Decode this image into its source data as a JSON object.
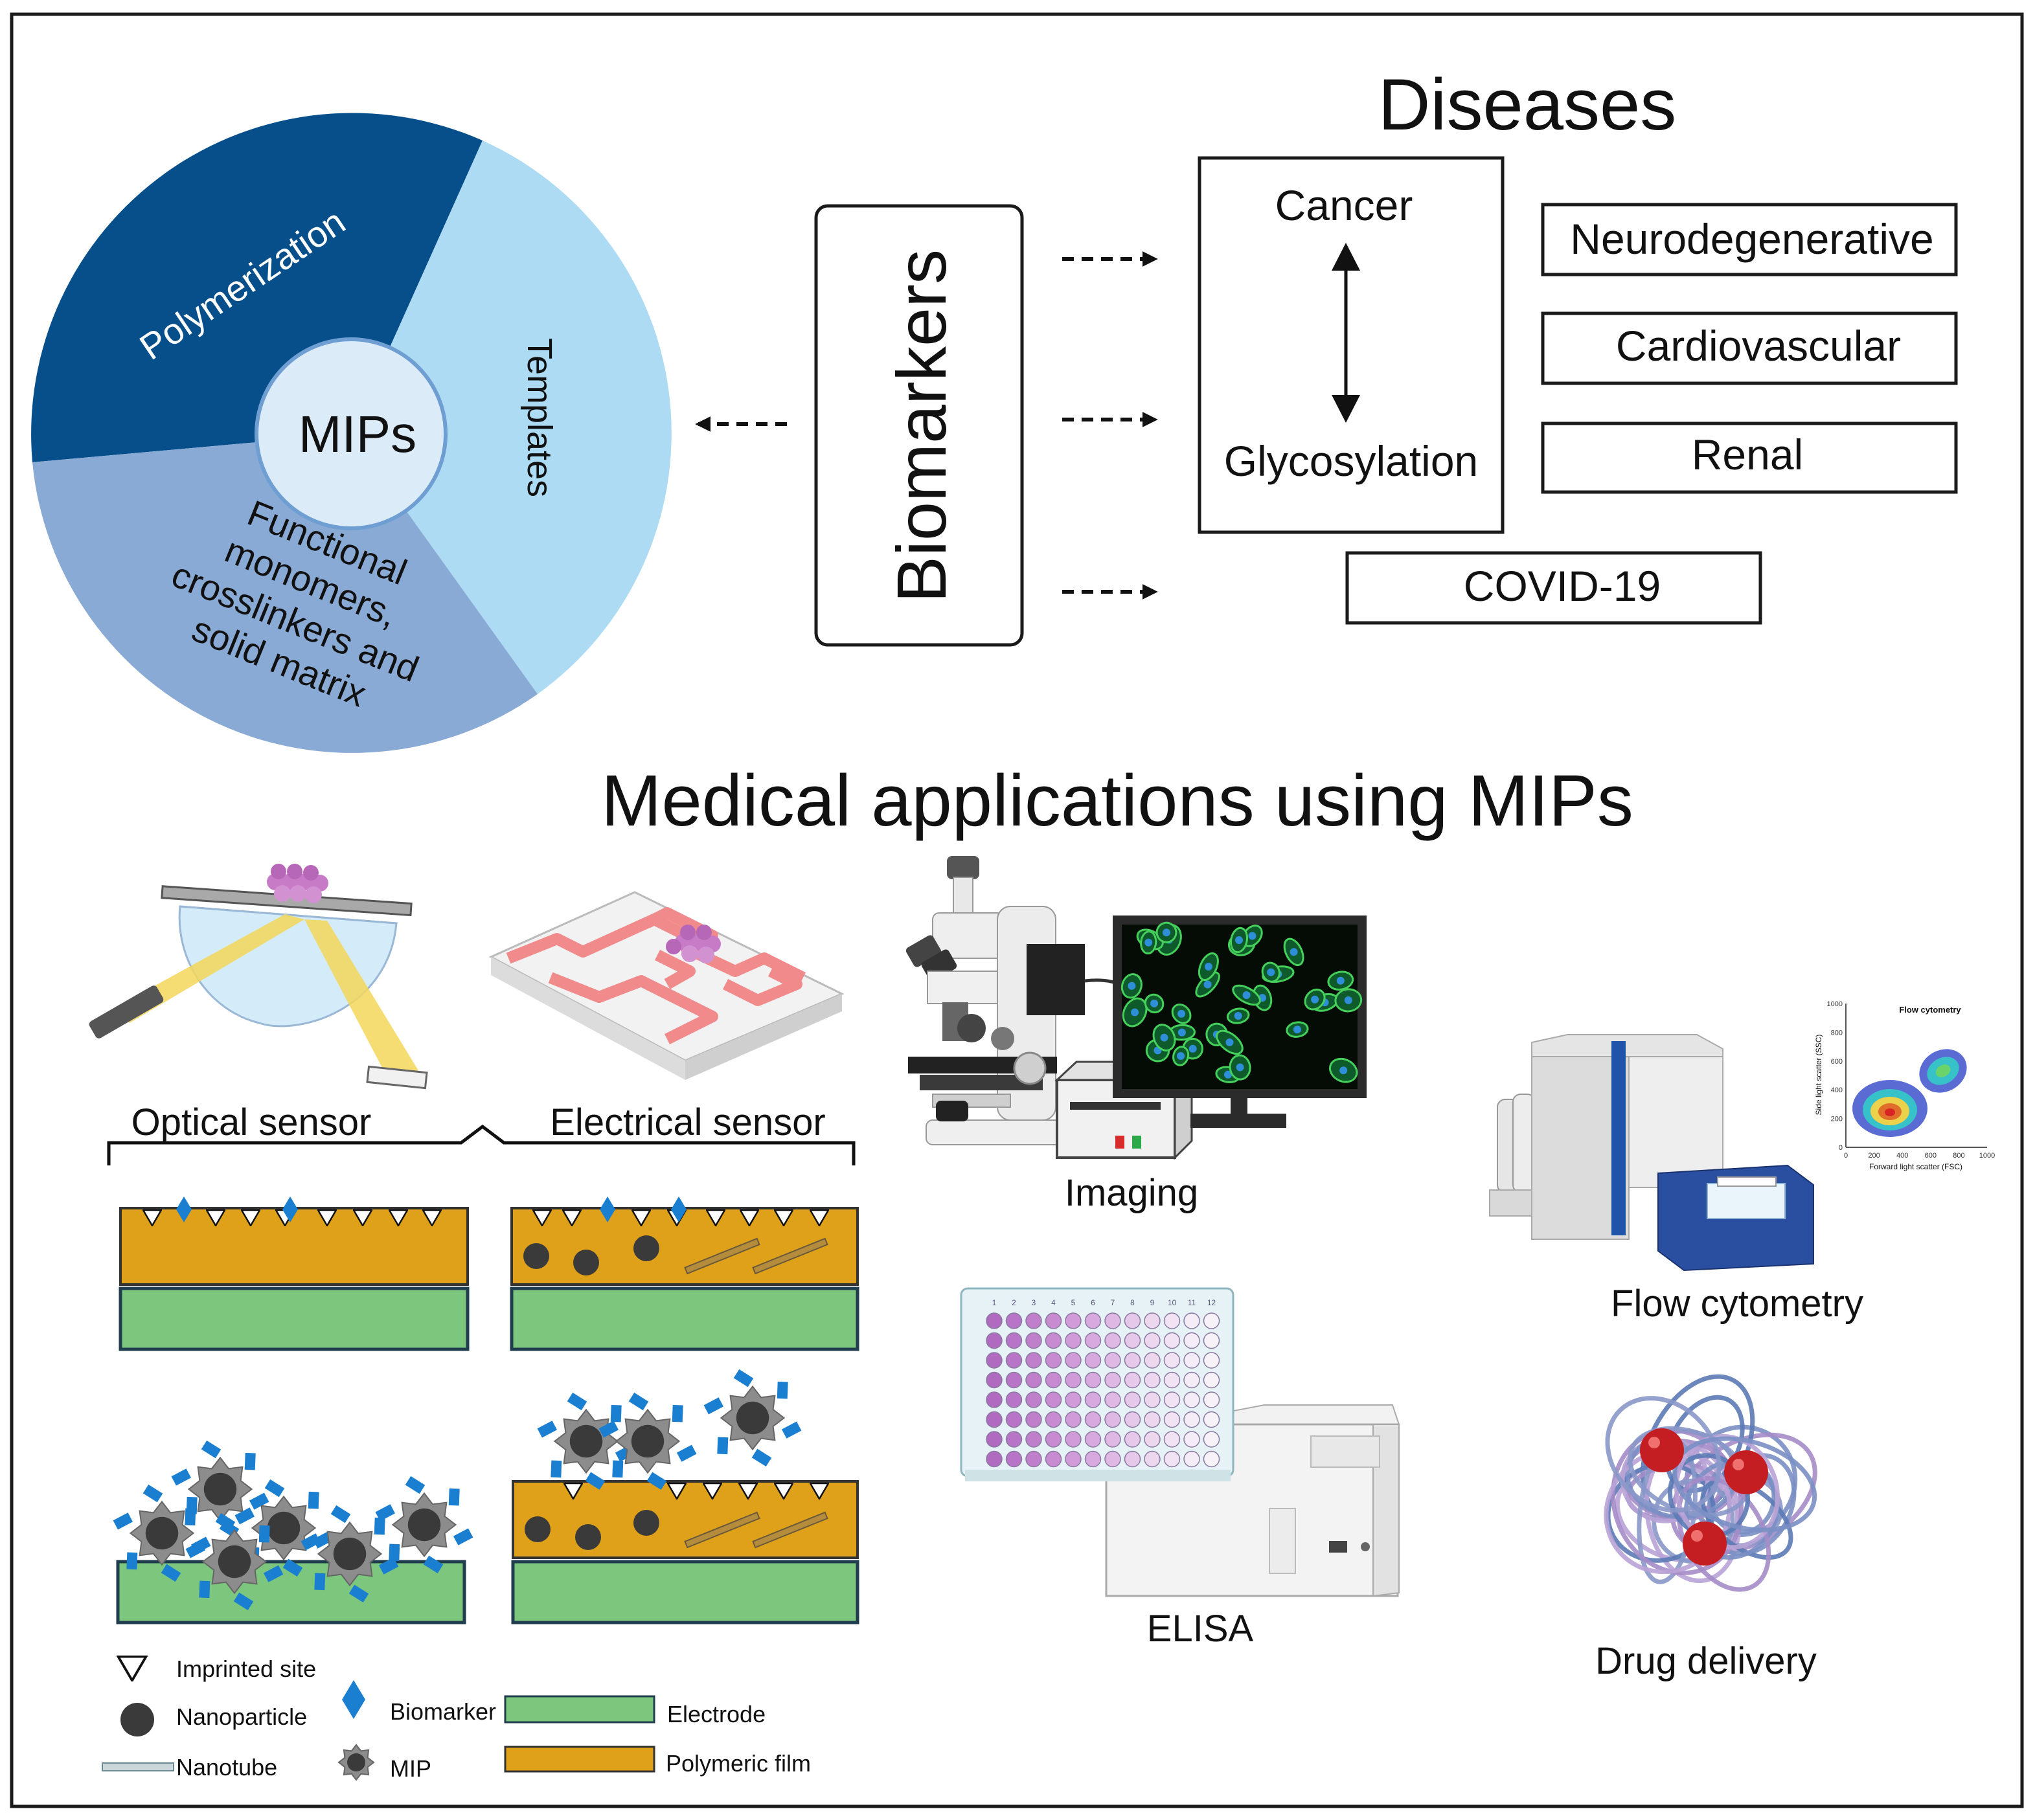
{
  "pie": {
    "center_label": "MIPs",
    "segments": [
      {
        "label": "Polymerization",
        "color": "#064f8a"
      },
      {
        "label": "Templates",
        "color": "#addbf3"
      },
      {
        "label": "Functional monomers, crosslinkers and solid matrix",
        "lines": [
          "Functional",
          "monomers,",
          "crosslinkers and",
          "solid matrix"
        ],
        "color": "#8aaad6"
      }
    ],
    "center_color": "#dcebf8"
  },
  "biomarkers_label": "Biomarkers",
  "diseases": {
    "title": "Diseases",
    "cancer": "Cancer",
    "glycosylation": "Glycosylation",
    "neuro": "Neurodegenerative",
    "cardio": "Cardiovascular",
    "renal": "Renal",
    "covid": "COVID-19"
  },
  "applications": {
    "title": "Medical applications using MIPs",
    "optical_sensor": "Optical sensor",
    "electrical_sensor": "Electrical sensor",
    "imaging": "Imaging",
    "flow_cytometry": "Flow cytometry",
    "elisa": "ELISA",
    "drug_delivery": "Drug delivery",
    "plot": {
      "title": "Flow cytometry",
      "xlabel": "Forward light scatter (FSC)",
      "ylabel": "Side light scatter (SSC)",
      "xticks": [
        "0",
        "200",
        "400",
        "600",
        "800",
        "1000"
      ],
      "yticks": [
        "0",
        "200",
        "400",
        "600",
        "800",
        "1000"
      ]
    },
    "plate_columns": [
      "1",
      "2",
      "3",
      "4",
      "5",
      "6",
      "7",
      "8",
      "9",
      "10",
      "11",
      "12"
    ]
  },
  "legend": {
    "imprinted_site": "Imprinted site",
    "nanoparticle": "Nanoparticle",
    "nanotube": "Nanotube",
    "biomarker": "Biomarker",
    "mip": "MIP",
    "electrode": "Electrode",
    "polymeric_film": "Polymeric film"
  },
  "colors": {
    "film": "#e0a11a",
    "electrode": "#7dc67d",
    "biomarker": "#1a7fd1",
    "nanoparticle": "#3a3a3a",
    "mip": "#8c8c8c"
  }
}
